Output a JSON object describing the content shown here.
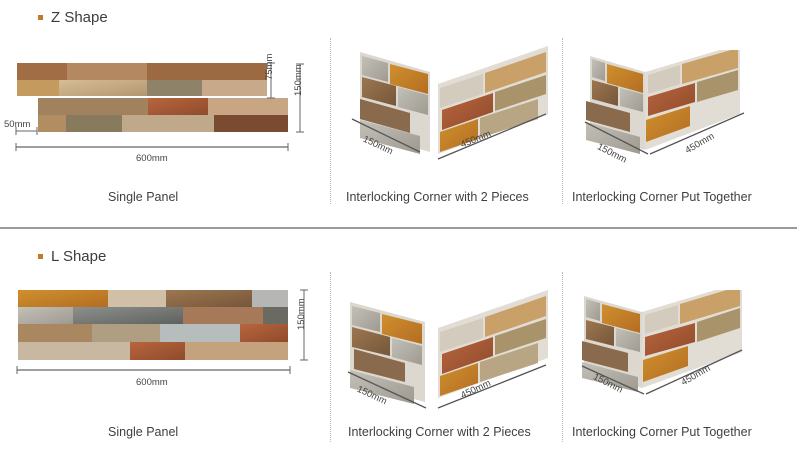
{
  "accent_color": "#c07a2a",
  "sections": [
    {
      "heading": "Z Shape",
      "panel": {
        "caption": "Single Panel",
        "dims": {
          "width": "600mm",
          "height": "150mm",
          "course": "75mm",
          "offset": "50mm"
        }
      },
      "corner_separate": {
        "caption": "Interlocking Corner with 2 Pieces",
        "dims": {
          "short": "150mm",
          "long": "450mm"
        }
      },
      "corner_together": {
        "caption": "Interlocking Corner Put Together",
        "dims": {
          "short": "150mm",
          "long": "450mm"
        }
      }
    },
    {
      "heading": "L Shape",
      "panel": {
        "caption": "Single Panel",
        "dims": {
          "width": "600mm",
          "height": "150mm"
        }
      },
      "corner_separate": {
        "caption": "Interlocking Corner with 2 Pieces",
        "dims": {
          "short": "150mm",
          "long": "450mm"
        }
      },
      "corner_together": {
        "caption": "Interlocking Corner Put Together",
        "dims": {
          "short": "150mm",
          "long": "450mm"
        }
      }
    }
  ]
}
